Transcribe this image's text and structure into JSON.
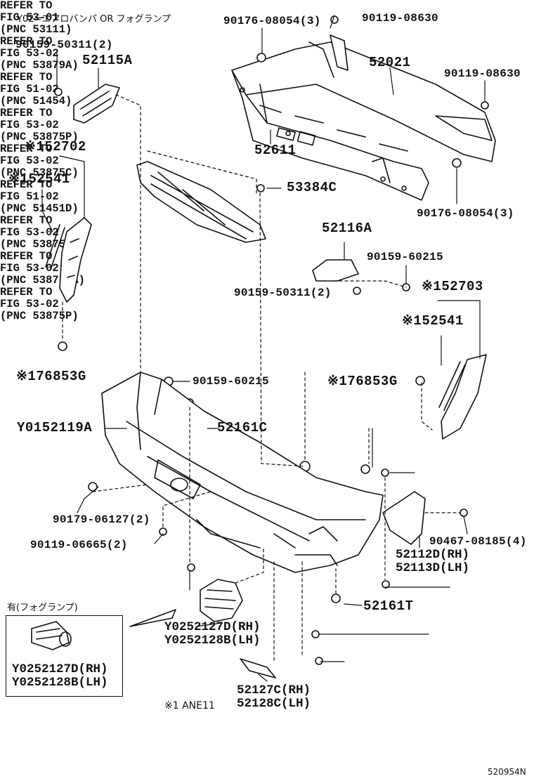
{
  "header_note": "Y02=エアロバンパ OR フォグランプ",
  "footnote": "※1 ANE11",
  "figure_id": "520954N",
  "inset": {
    "title": "有(フォグランプ)",
    "part_rh": "Y0252127D(RH)",
    "part_lh": "Y0252128B(LH)"
  },
  "labels": {
    "p_9017608054_top": "90176-08054(3)",
    "p_9011908630_top": "90119-08630",
    "p_9015950311_left": "90159-50311(2)",
    "p_52115A": "52115A",
    "p_52021": "52021",
    "p_9011908630_right": "90119-08630",
    "p_152702": "※152702",
    "p_152541_left": "※152541",
    "p_52611": "52611",
    "p_53384C": "53384C",
    "p_9017608054_right": "90176-08054(3)",
    "p_52116A": "52116A",
    "p_9015960215_right": "90159-60215",
    "p_9015950311_mid": "90159-50311(2)",
    "p_152703": "※152703",
    "p_152541_right": "※152541",
    "p_176853G_left": "※176853G",
    "p_176853G_right": "※176853G",
    "p_9015960215_mid": "90159-60215",
    "p_Y0152119A": "Y0152119A",
    "p_52161C": "52161C",
    "p_9017906127": "90179-06127(2)",
    "p_9011906665": "90119-06665(2)",
    "p_9046708185": "90467-08185(4)",
    "p_52112D": "52112D(RH)",
    "p_52113D": "52113D(LH)",
    "p_52161T": "52161T",
    "p_Y0252127D": "Y0252127D(RH)",
    "p_Y0252128B": "Y0252128B(LH)",
    "p_52127C": "52127C(RH)",
    "p_52128C": "52128C(LH)"
  },
  "refs": {
    "r_53111": "REFER TO\nFIG 53-01\n(PNC 53111)",
    "r_53879A": "REFER TO\nFIG 53-02\n(PNC 53879A)",
    "r_51454": "REFER TO\nFIG 51-02\n(PNC 51454)",
    "r_53875P_a": "REFER TO\nFIG 53-02\n(PNC 53875P)",
    "r_53875C": "REFER TO\nFIG 53-02\n(PNC 53875C)",
    "r_51451D": "REFER TO\nFIG 51-02\n(PNC 51451D)",
    "r_53875P_b": "REFER TO\nFIG 53-02\n(PNC 53875P)",
    "r_53875CA": "REFER TO\nFIG 53-02\n(PNC 53875CA)",
    "r_53875P_c": "REFER TO\nFIG 53-02\n(PNC 53875P)"
  }
}
